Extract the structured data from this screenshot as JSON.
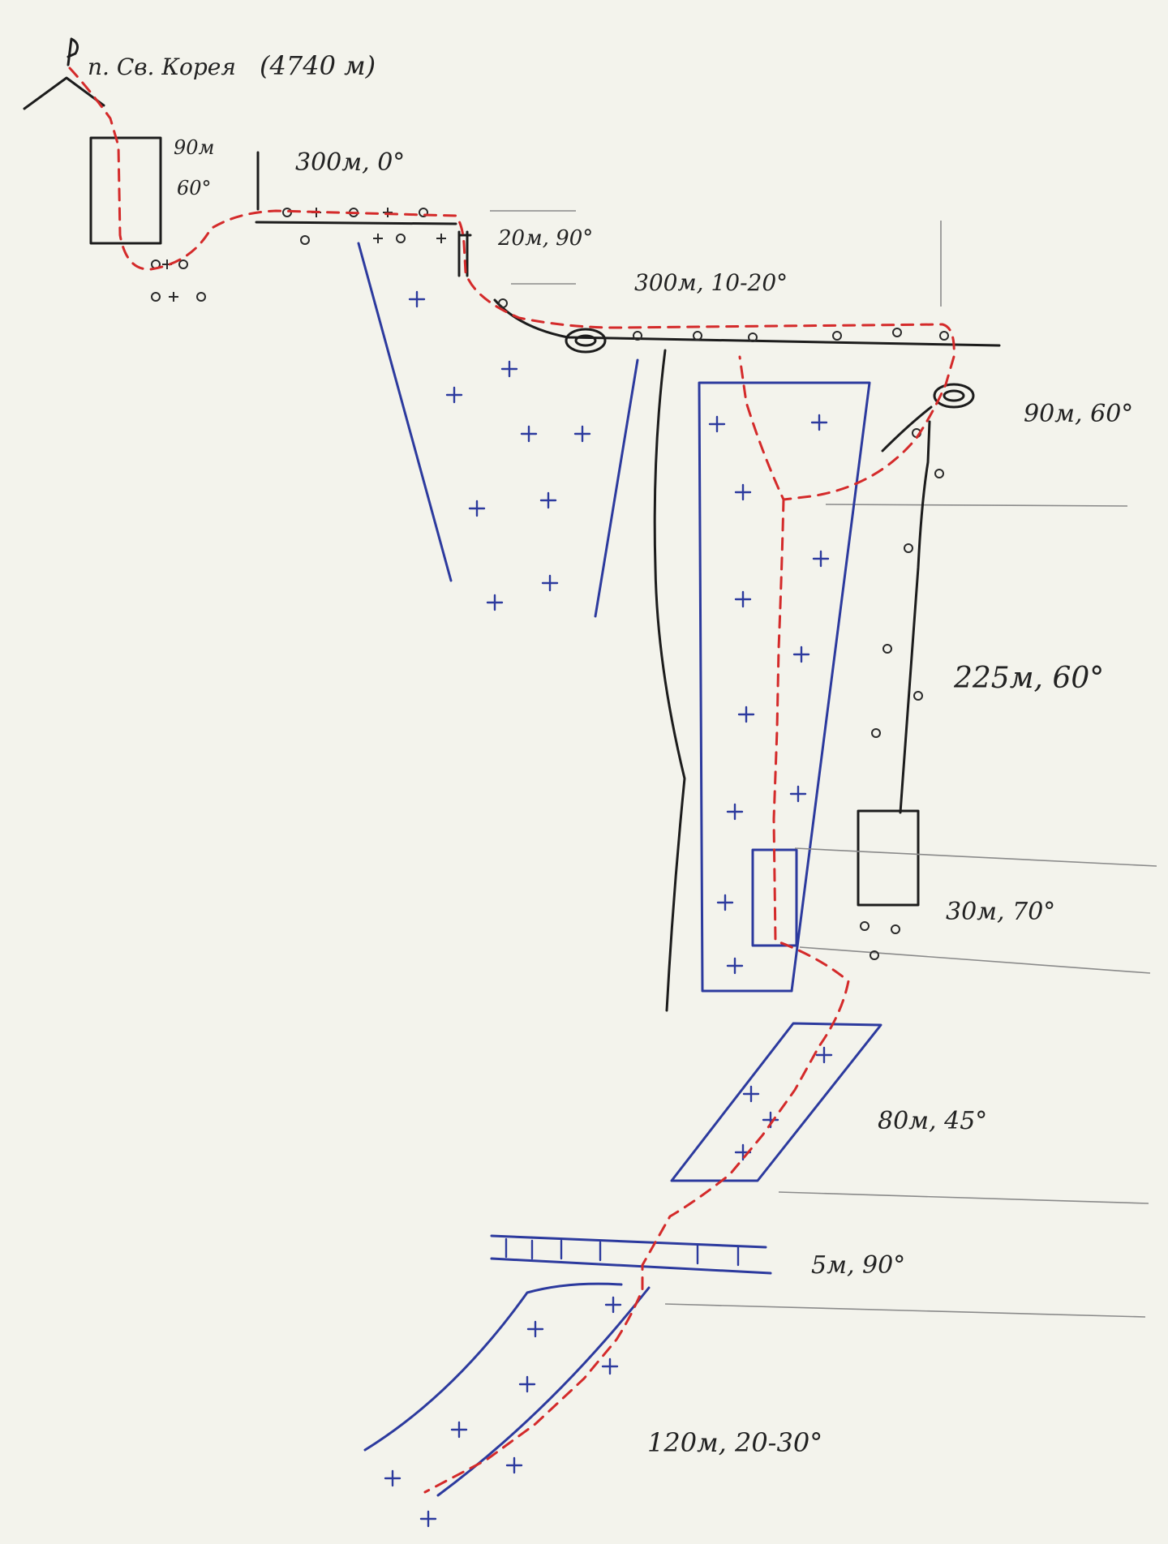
{
  "summit": {
    "label": "п. Св. Корея",
    "altitude": "(4740 м)"
  },
  "sections": [
    {
      "id": "s1",
      "length": "90м",
      "angle": "60°"
    },
    {
      "id": "s2",
      "label": "300м, 0°"
    },
    {
      "id": "s3",
      "label": "20м, 90°"
    },
    {
      "id": "s4",
      "label": "300м, 10-20°"
    },
    {
      "id": "s5",
      "label": "90м, 60°"
    },
    {
      "id": "s6",
      "label": "225м, 60°"
    },
    {
      "id": "s7",
      "label": "30м, 70°"
    },
    {
      "id": "s8",
      "label": "80м, 45°"
    },
    {
      "id": "s9",
      "label": "5м, 90°"
    },
    {
      "id": "s10",
      "label": "120м, 20-30°"
    }
  ],
  "colors": {
    "route": "#d42a2a",
    "ice": "#2c3a9e",
    "rock": "#1c1c1c",
    "paper": "#f3f3ec"
  }
}
